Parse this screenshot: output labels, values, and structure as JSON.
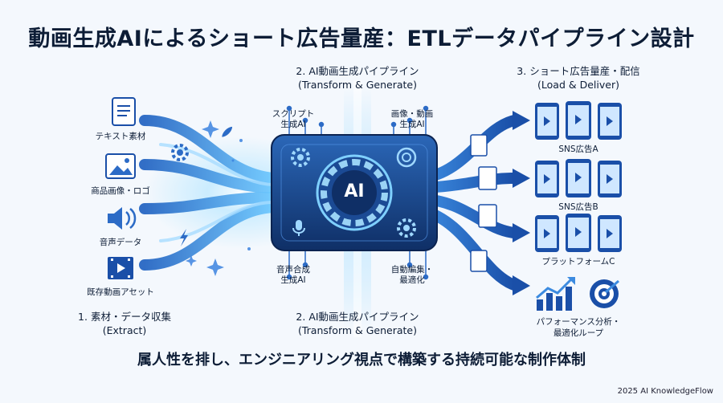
{
  "title": "動画生成AIによるショート広告量産：ETLデータパイプライン設計",
  "subtitle": "属人性を排し、エンジニアリング視点で構築する持続可能な制作体制",
  "footer": "2025 AI KnowledgeFlow",
  "extract": {
    "heading_line1": "1. 素材・データ収集",
    "heading_line2": "(Extract)",
    "items": [
      "テキスト素材",
      "商品画像・ロゴ",
      "音声データ",
      "既存動画アセット"
    ]
  },
  "transform": {
    "heading_top_line1": "2. AI動画生成パイプライン",
    "heading_top_line2": "(Transform & Generate)",
    "heading_bottom_line1": "2. AI動画生成パイプライン",
    "heading_bottom_line2": "(Transform & Generate)",
    "chip_label": "AI",
    "modules": {
      "script": [
        "スクリプト",
        "生成AI"
      ],
      "image": [
        "画像・動画",
        "生成AI"
      ],
      "voice": [
        "音声合成",
        "生成AI"
      ],
      "edit": [
        "自動編集・",
        "最適化"
      ]
    }
  },
  "load": {
    "heading_line1": "3. ショート広告量産・配信",
    "heading_line2": "(Load & Deliver)",
    "channels": [
      "SNS広告A",
      "SNS広告B",
      "プラットフォームC"
    ],
    "analytics_line1": "パフォーマンス分析・",
    "analytics_line2": "最適化ループ"
  },
  "colors": {
    "accent": "#1e63c4",
    "dark": "#0d2f66",
    "glow": "#7fd0ff",
    "background": "#f4f8fd"
  }
}
